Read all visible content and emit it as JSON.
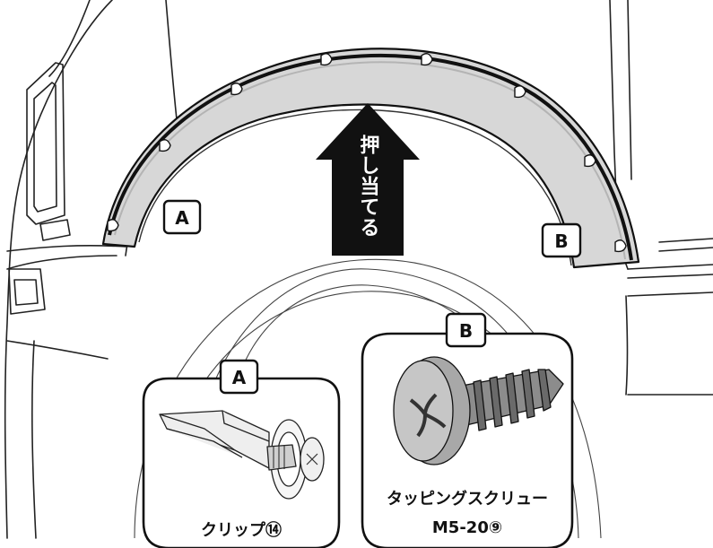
{
  "arrow": {
    "text": "押し当てる"
  },
  "fender_labels": {
    "a": "A",
    "b": "B"
  },
  "callout_a": {
    "tag": "A",
    "caption": "クリップ⑭"
  },
  "callout_b": {
    "tag": "B",
    "caption_line1": "タッピングスクリュー",
    "caption_line2": "M5-20⑨"
  }
}
